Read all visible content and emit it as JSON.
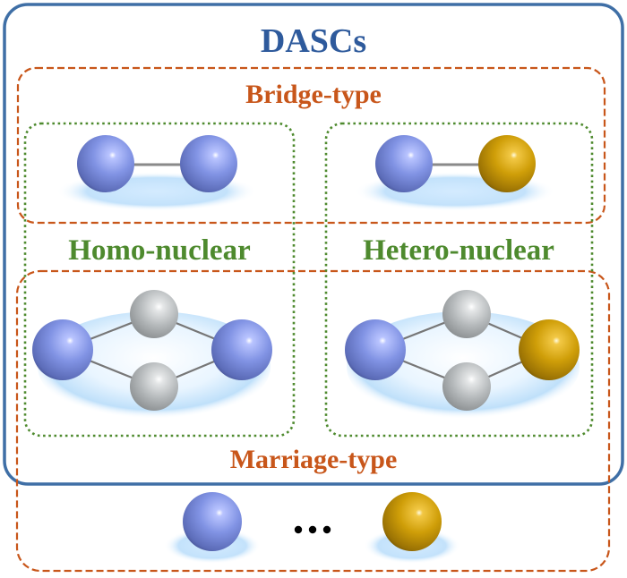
{
  "title": "DASCs",
  "groups": {
    "bridge": {
      "label": "Bridge-type"
    },
    "marriage": {
      "label": "Marriage-type"
    },
    "homo": {
      "label": "Homo-nuclear"
    },
    "hetero": {
      "label": "Hetero-nuclear"
    }
  },
  "ellipsis": "•••",
  "colors": {
    "dascs_border": "#3F6FA6",
    "title": "#2E5A9C",
    "type_border": "#C8561A",
    "type_label": "#C8561A",
    "nuclear_border": "#4E8A2E",
    "nuclear_label": "#4E8A2E",
    "atom_blue": "#7385D6",
    "atom_gold": "#C99A06",
    "atom_gray": "#B2B6B8",
    "bond": "#7A7A7A",
    "shadow": "#BFE0FA"
  }
}
